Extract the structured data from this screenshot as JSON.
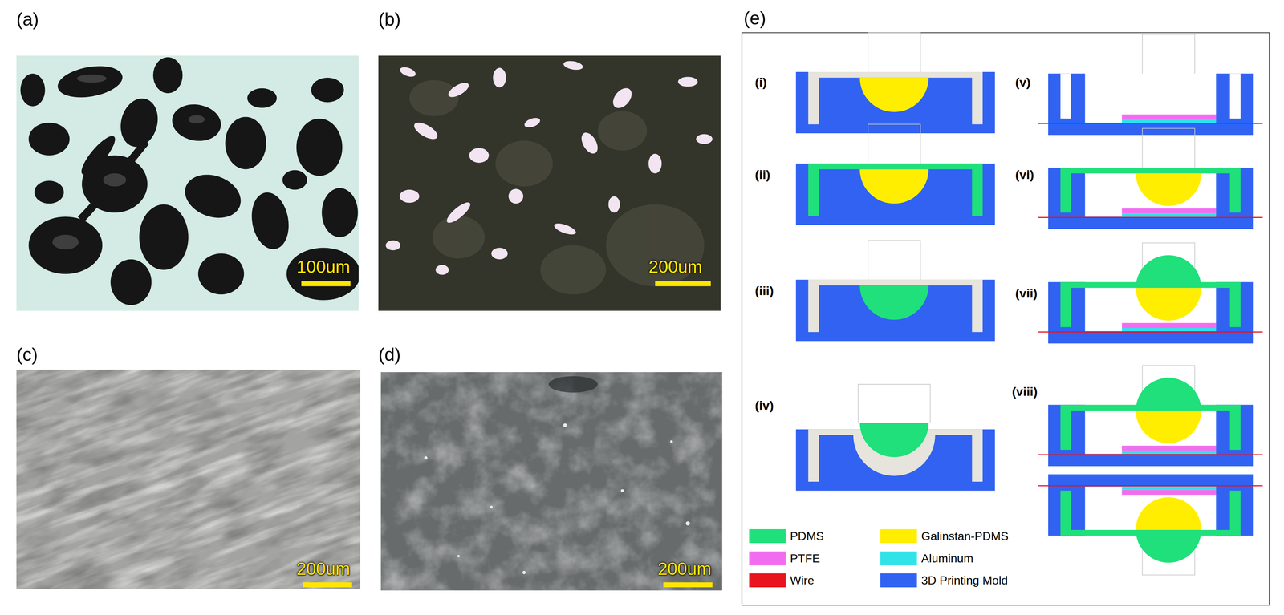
{
  "diagram": {
    "labels": [
      "(a)",
      "(b)",
      "(c)",
      "(d)",
      "(e)",
      "100um",
      "200um",
      "200um",
      "200um",
      "(i)",
      "(ii)",
      "(iii)",
      "(iv)",
      "(v)",
      "(vi)",
      "(vii)",
      "(viii)"
    ],
    "legend": [
      {
        "text": "PDMS",
        "color": "#1fe07a"
      },
      {
        "text": "Galinstan-PDMS",
        "color": "#ffee00"
      },
      {
        "text": "PTFE",
        "color": "#f26cf0"
      },
      {
        "text": "Aluminum",
        "color": "#2fe3e8"
      },
      {
        "text": "Wire",
        "color": "#e8141e"
      },
      {
        "text": "3D Printing Mold",
        "color": "#3162f2"
      }
    ]
  }
}
